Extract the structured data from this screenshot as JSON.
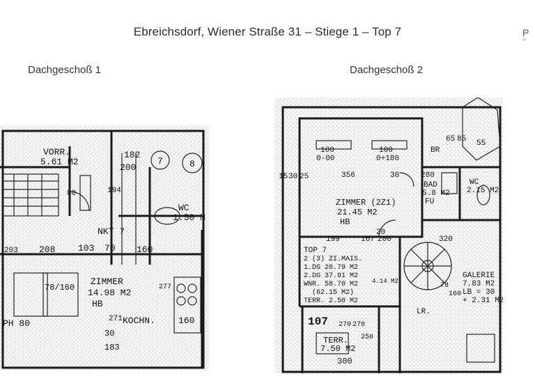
{
  "header": {
    "title": "Ebreichsdorf, Wiener Straße 31 – Stiege 1 – Top 7",
    "logo_letter": "P",
    "logo_sub": "IM"
  },
  "floors": [
    {
      "name": "Dachgeschoß 1",
      "labels": {
        "vorr": "VORR.",
        "vorr_area": "5.61 M2",
        "d182": "182",
        "d200": "200",
        "n7": "7",
        "n8": "8",
        "wc": "WC",
        "wc_area": "1.50 M",
        "nkt": "NKT 7",
        "d203": "203",
        "d208": "208",
        "d103": "103",
        "d70": "70",
        "d160": "160",
        "d80": "80",
        "d194": "194",
        "d78": "78/160",
        "zimmer": "ZIMMER",
        "zimmer_area": "14.98 M2",
        "hb": "HB",
        "ph": "PH 80",
        "kochn": "KOCHN.",
        "d160b": "160",
        "d277": "277",
        "d183": "183",
        "d30": "30",
        "d271": "271"
      }
    },
    {
      "name": "Dachgeschoß 2",
      "labels": {
        "d100a": "100",
        "d000": "0-00",
        "d100b": "100",
        "d0180": "0+180",
        "br": "BR",
        "d65": "65",
        "d85": "85",
        "d55": "55",
        "d15": "15",
        "d30": "30",
        "d25": "25",
        "d356": "356",
        "d30b": "30",
        "d280": "280",
        "zimmer": "ZIMMER (2Z1)",
        "zimmer_area": "21.45 M2",
        "hb": "HB",
        "bad": "BAD",
        "bad_area": "5.8 M2",
        "fu": "FU",
        "wc": "WC",
        "wc_area": "2.15 M2",
        "d199": "199",
        "d167": "167",
        "d20": "20",
        "d200": "200",
        "d320": "320",
        "top7": "TOP 7",
        "top7_rooms": "2 (3) ZI.MAIS.",
        "ldg": "1.DG   20.79 M2",
        "dg2": "2.DG   37.91 M2",
        "wnr": "WNR.  58.70 M2",
        "d62": "(62.15 M2)",
        "terr": "TERR.    2.50 M2",
        "d414": "4.14 M2",
        "galerie": "GALERIE",
        "galerie_area": "7.83 M2",
        "lb": "LB = 30",
        "d231": "+ 2.31 M2",
        "d78": "78",
        "d160": "160",
        "lr": "LR.",
        "n107": "107",
        "d270": "270",
        "d270b": "270",
        "d250": "250",
        "terr2": "TERR.",
        "terr2_area": "7.50 M2",
        "d300": "300"
      }
    }
  ]
}
